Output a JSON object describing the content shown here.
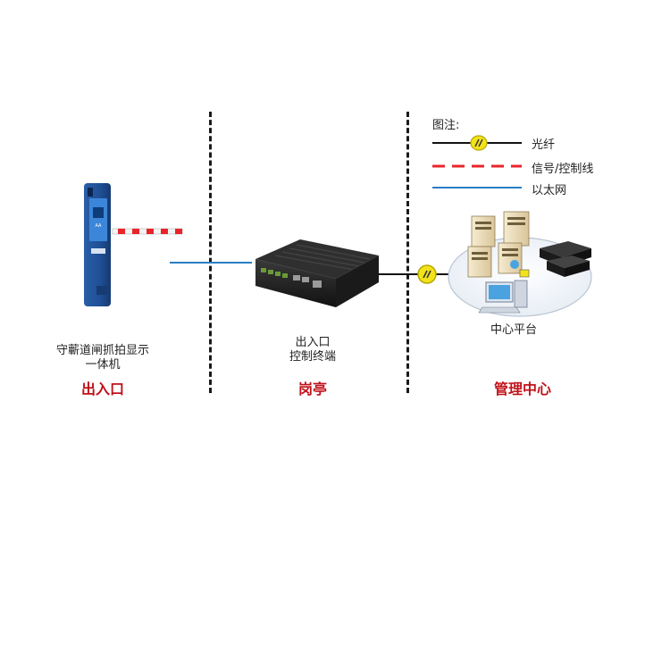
{
  "legend": {
    "title": "图注:",
    "items": [
      {
        "label": "光纤",
        "kind": "fiber",
        "color": "#111111"
      },
      {
        "label": "信号/控制线",
        "kind": "signal",
        "color": "#e8252b"
      },
      {
        "label": "以太网",
        "kind": "ethernet",
        "color": "#2a7ec4"
      }
    ]
  },
  "zones": {
    "entrance": {
      "device_label_1": "守蘄道闸抓拍显示",
      "device_label_2": "一体机",
      "title": "出入口"
    },
    "booth": {
      "device_label_1": "出入口",
      "device_label_2": "控制终端",
      "title": "岗亭"
    },
    "center": {
      "device_label": "中心平台",
      "title": "管理中心"
    }
  },
  "colors": {
    "zone_title": "#c0121a",
    "fiber_marker": "#f2e21a",
    "barrier_stripe": "#e8252b",
    "device_blue": "#1f4f95"
  }
}
